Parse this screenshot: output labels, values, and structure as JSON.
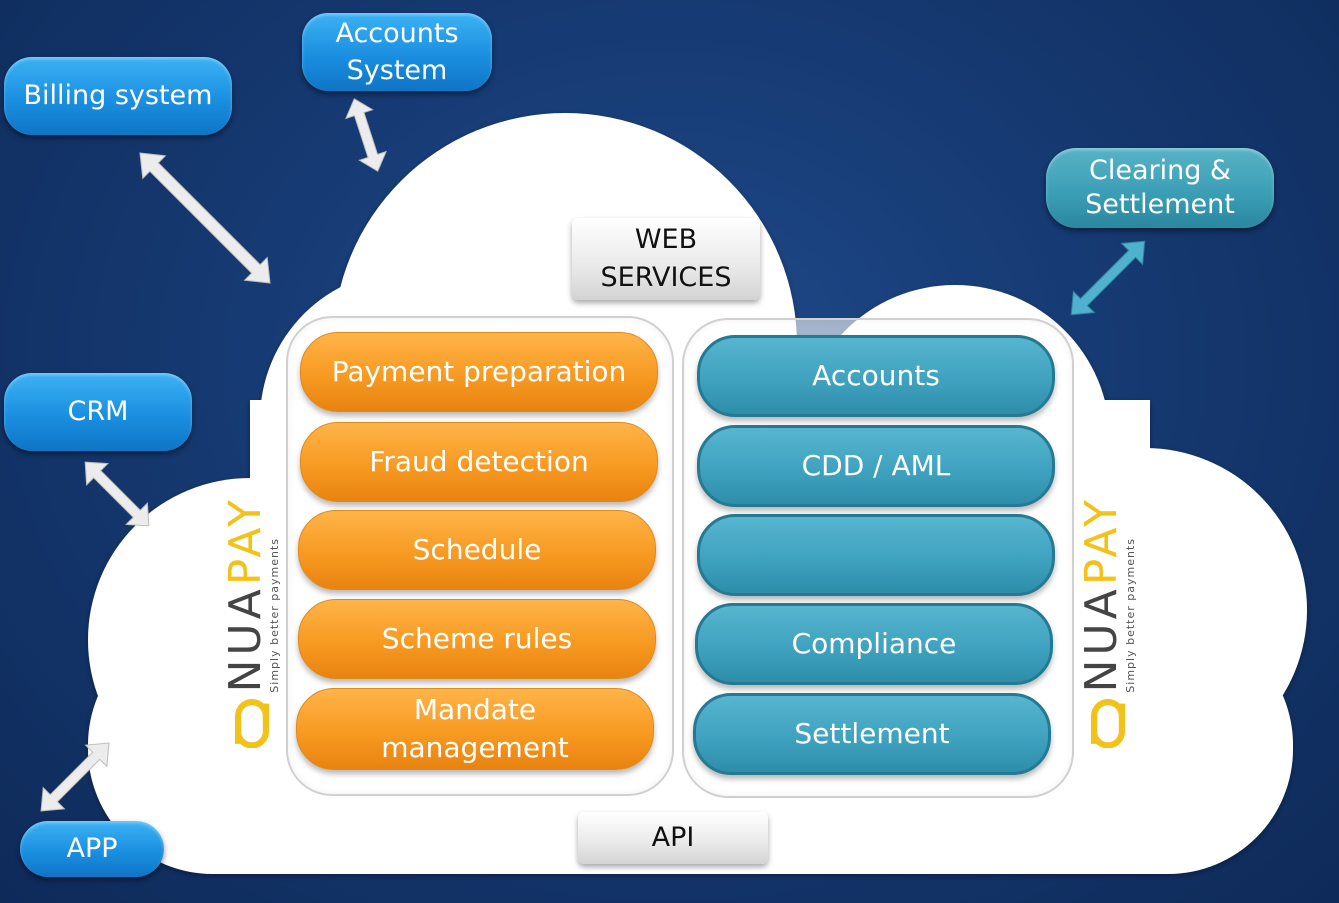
{
  "external_systems": {
    "billing": "Billing system",
    "accounts_system": [
      "Accounts",
      "System"
    ],
    "crm": "CRM",
    "app": "APP",
    "clearing": [
      "Clearing &",
      "Settlement"
    ]
  },
  "interfaces": {
    "web_services": [
      "WEB",
      "SERVICES"
    ],
    "api": "API"
  },
  "left_modules": [
    "Payment preparation",
    "Fraud detection",
    "Schedule",
    "Scheme rules",
    [
      "Mandate",
      "management"
    ]
  ],
  "right_modules": [
    "Accounts",
    "CDD / AML",
    "",
    "Compliance",
    "Settlement"
  ],
  "logo": {
    "brand_nua": "NUA",
    "brand_pay": "PAY",
    "tagline": "Simply better payments"
  },
  "colors": {
    "background": "#163a73",
    "external_blue": "#1b8fe0",
    "external_teal": "#3c9fb6",
    "module_orange": "#f79a22",
    "module_blue": "#3fa2bf",
    "logo_yellow": "#f2c21b",
    "cloud": "#ffffff"
  }
}
